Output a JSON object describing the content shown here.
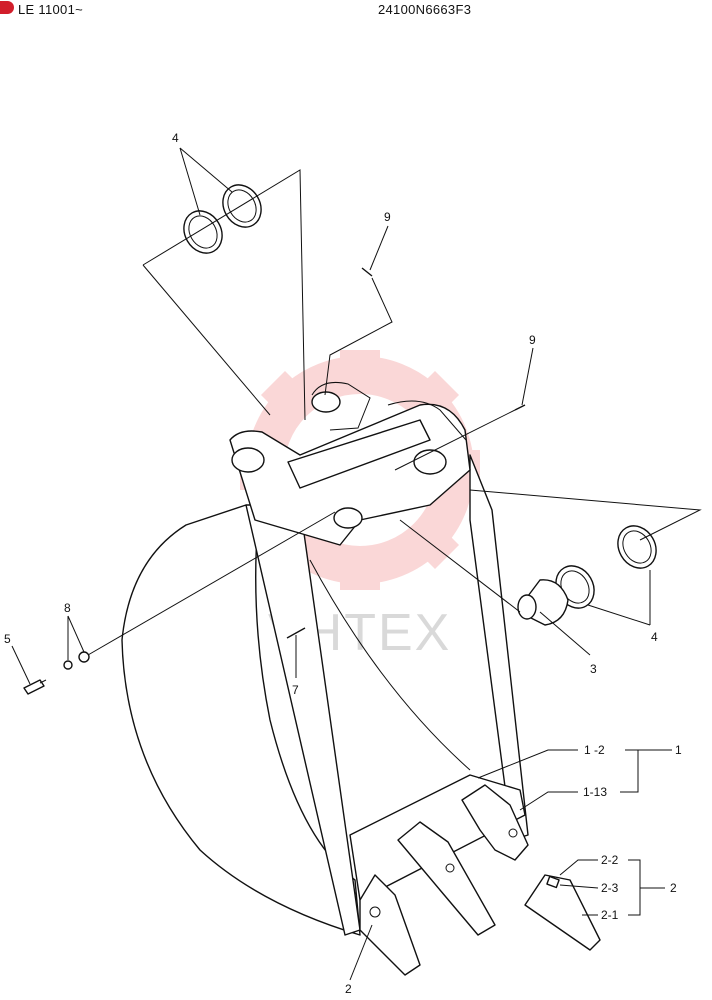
{
  "header": {
    "left_code": "LE 11001~",
    "right_code": "24100N6663F3"
  },
  "watermark": {
    "text": "VHTEX",
    "color": "#f4a7a7"
  },
  "callouts": {
    "c1": "1",
    "c1_2": "1 -2",
    "c1_13": "1-13",
    "c2_bottom": "2",
    "c2_right": "2",
    "c2_1": "2-1",
    "c2_2": "2-2",
    "c2_3": "2-3",
    "c3": "3",
    "c4_top": "4",
    "c4_right": "4",
    "c5": "5",
    "c7": "7",
    "c8": "8",
    "c9_top": "9",
    "c9_mid": "9"
  },
  "colors": {
    "brand": "#d21e2b",
    "line": "#111111"
  }
}
